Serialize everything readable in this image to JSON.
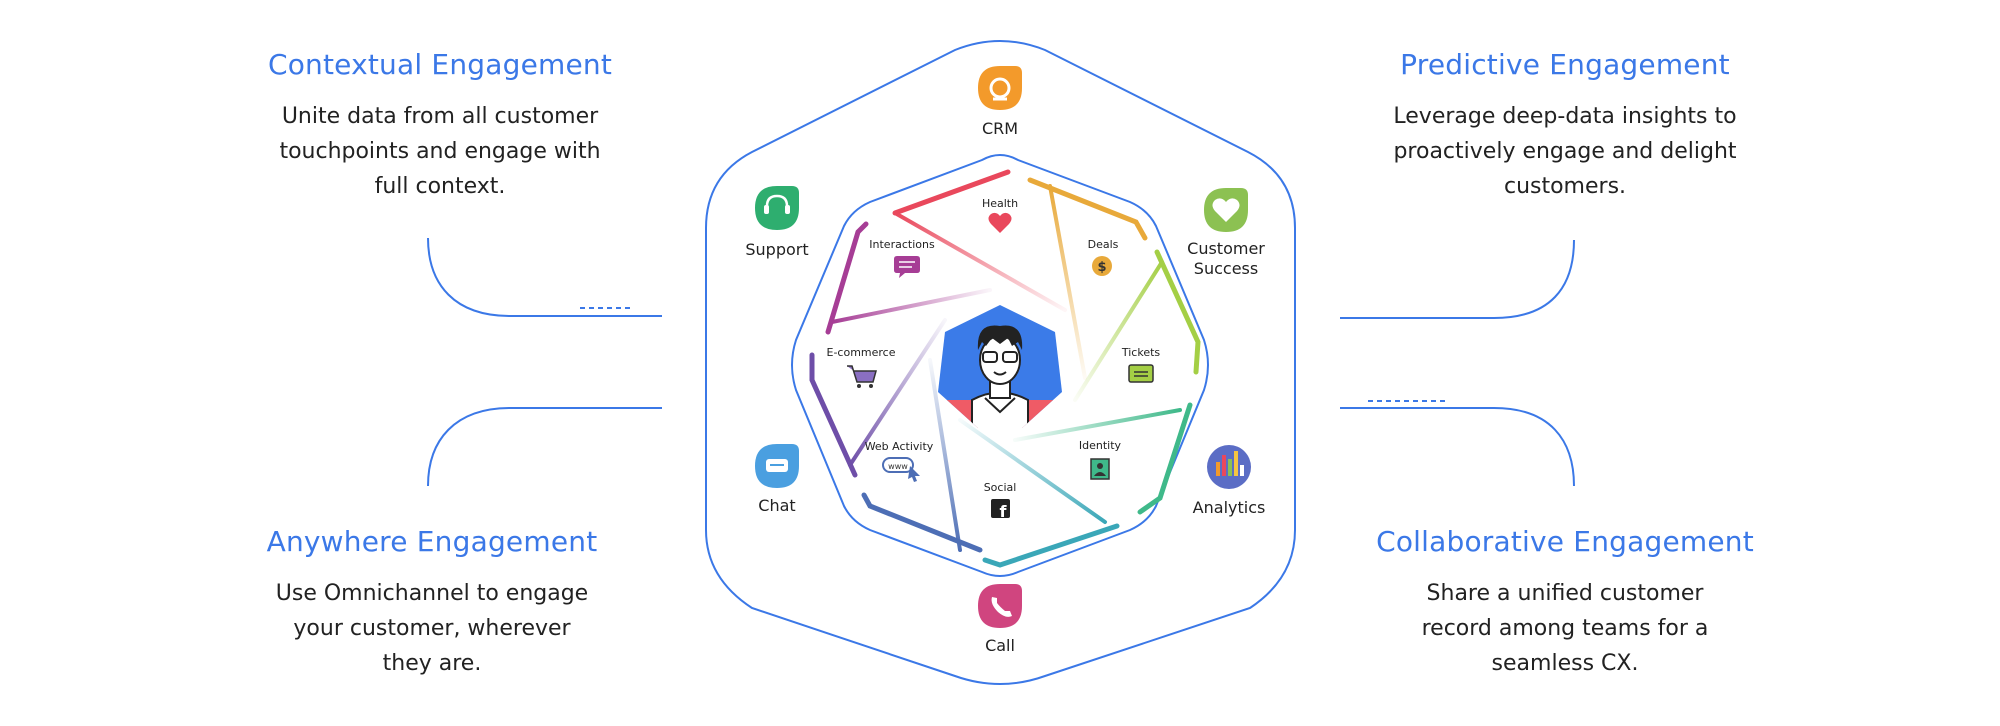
{
  "panels": {
    "top_left": {
      "title": "Contextual Engagement",
      "body": "Unite data from all customer touchpoints and engage with full context."
    },
    "top_right": {
      "title": "Predictive Engagement",
      "body": "Leverage deep-data insights to proactively engage and delight customers."
    },
    "bottom_left": {
      "title": "Anywhere Engagement",
      "body": "Use Omnichannel to engage your customer, wherever they are."
    },
    "bottom_right": {
      "title": "Collaborative Engagement",
      "body": "Share a unified customer record among teams for a seamless CX."
    }
  },
  "outer_channels": {
    "crm": {
      "label": "CRM",
      "color": "#f39a2b",
      "icon": "crm-icon"
    },
    "customer_success": {
      "label_line1": "Customer",
      "label_line2": "Success",
      "color": "#8cc152",
      "icon": "heart-icon"
    },
    "analytics": {
      "label": "Analytics",
      "color": "#5b6dc5",
      "icon": "bar-chart-icon"
    },
    "call": {
      "label": "Call",
      "color": "#d0457f",
      "icon": "phone-icon"
    },
    "chat": {
      "label": "Chat",
      "color": "#4a9fe0",
      "icon": "chat-bubble-icon"
    },
    "support": {
      "label": "Support",
      "color": "#2eae6f",
      "icon": "headset-icon"
    }
  },
  "inner_segments": {
    "health": {
      "label": "Health",
      "color": "#e9485c",
      "icon": "heart-icon"
    },
    "deals": {
      "label": "Deals",
      "color": "#e8a93a",
      "icon": "dollar-coin-icon"
    },
    "tickets": {
      "label": "Tickets",
      "color": "#a4cf45",
      "icon": "ticket-icon"
    },
    "identity": {
      "label": "Identity",
      "color": "#3fb98a",
      "icon": "id-card-icon"
    },
    "social": {
      "label": "Social",
      "color": "#3aa7b8",
      "icon": "facebook-icon"
    },
    "web_activity": {
      "label": "Web Activity",
      "color": "#4d6eb5",
      "icon": "www-cursor-icon"
    },
    "ecommerce": {
      "label": "E-commerce",
      "color": "#6e4ea8",
      "icon": "shopping-cart-icon"
    },
    "interactions": {
      "label": "Interactions",
      "color": "#a63d95",
      "icon": "message-icon"
    }
  },
  "colors": {
    "accent": "#3b78e7",
    "connector": "#3b78e7",
    "center_top": "#3b7be8",
    "center_bottom": "#ef5b66"
  }
}
